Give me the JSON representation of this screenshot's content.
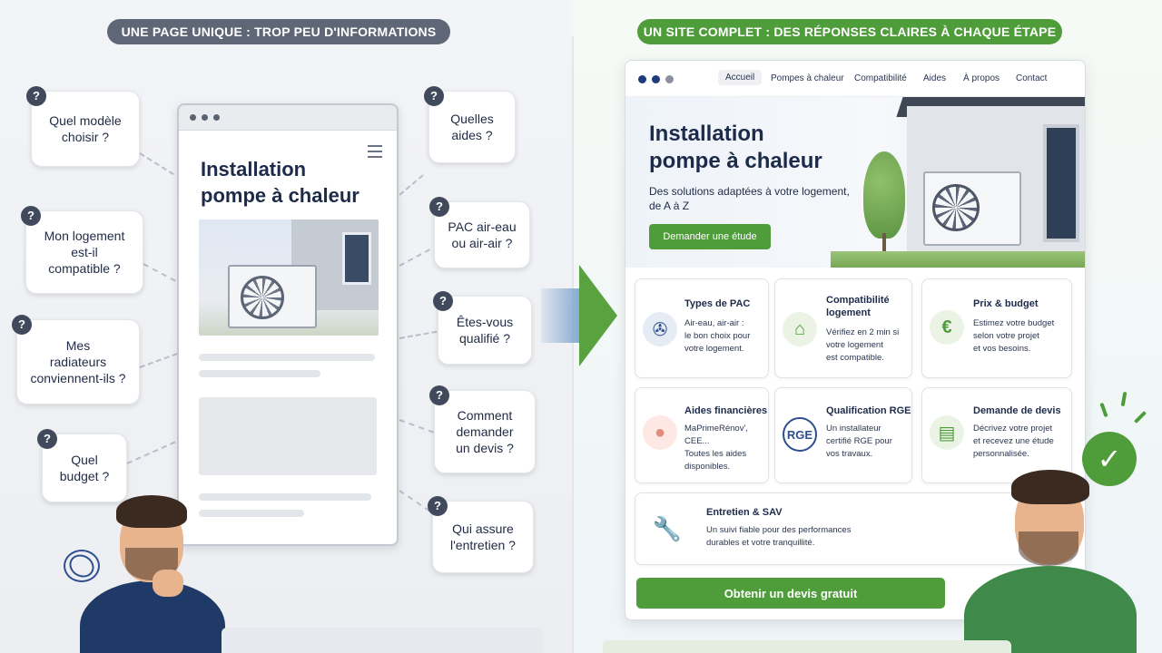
{
  "left": {
    "banner": "UNE PAGE UNIQUE : TROP PEU D'INFORMATIONS",
    "phone_title_1": "Installation",
    "phone_title_2": "pompe à chaleur",
    "questions": [
      {
        "l1": "Quel modèle",
        "l2": "choisir ?",
        "l3": ""
      },
      {
        "l1": "Mon logement",
        "l2": "est-il",
        "l3": "compatible ?"
      },
      {
        "l1": "Mes",
        "l2": "radiateurs",
        "l3": "conviennent-ils ?"
      },
      {
        "l1": "Quel",
        "l2": "budget ?",
        "l3": ""
      },
      {
        "l1": "Quelles",
        "l2": "aides ?",
        "l3": ""
      },
      {
        "l1": "PAC air-eau",
        "l2": "ou air-air ?",
        "l3": ""
      },
      {
        "l1": "Êtes-vous",
        "l2": "qualifié ?",
        "l3": ""
      },
      {
        "l1": "Comment",
        "l2": "demander",
        "l3": "un devis ?"
      },
      {
        "l1": "Qui assure",
        "l2": "l'entretien ?",
        "l3": ""
      }
    ]
  },
  "right": {
    "banner": "UN SITE COMPLET : DES RÉPONSES CLAIRES À CHAQUE ÉTAPE",
    "nav": [
      "Accueil",
      "Pompes à chaleur",
      "Compatibilité",
      "Aides",
      "À propos",
      "Contact"
    ],
    "hero_title_1": "Installation",
    "hero_title_2": "pompe à chaleur",
    "hero_sub": "Des solutions adaptées à votre logement, de A à Z",
    "hero_button": "Demander une étude",
    "cards": [
      {
        "title": "Types de PAC",
        "text1": "Air-eau, air-air :",
        "text2": "le bon choix pour",
        "text3": "votre logement.",
        "icon": "fan-icon"
      },
      {
        "title": "Compatibilité logement",
        "text1": "Vérifiez en 2 min si",
        "text2": "votre logement",
        "text3": "est compatible.",
        "icon": "house-icon"
      },
      {
        "title": "Prix & budget",
        "text1": "Estimez votre budget",
        "text2": "selon votre projet",
        "text3": "et vos besoins.",
        "icon": "euro-icon"
      },
      {
        "title": "Aides financières",
        "text1": "MaPrimeRénov', CEE...",
        "text2": "Toutes les aides",
        "text3": "disponibles.",
        "icon": "piggy-bank-icon"
      },
      {
        "title": "Qualification RGE",
        "text1": "Un installateur",
        "text2": "certifié RGE pour",
        "text3": "vos travaux.",
        "icon": "rge-badge-icon"
      },
      {
        "title": "Demande de devis",
        "text1": "Décrivez votre projet",
        "text2": "et recevez une étude",
        "text3": "personnalisée.",
        "icon": "clipboard-icon"
      }
    ],
    "maintenance_title": "Entretien & SAV",
    "maintenance_text1": "Un suivi fiable pour des performances",
    "maintenance_text2": "durables et votre tranquillité.",
    "cta": "Obtenir un devis gratuit",
    "rge_label": "RGE",
    "euro_symbol": "€"
  },
  "colors": {
    "green": "#4f9c3a",
    "navy": "#1d2b4a",
    "grey_banner": "#5f6676"
  }
}
